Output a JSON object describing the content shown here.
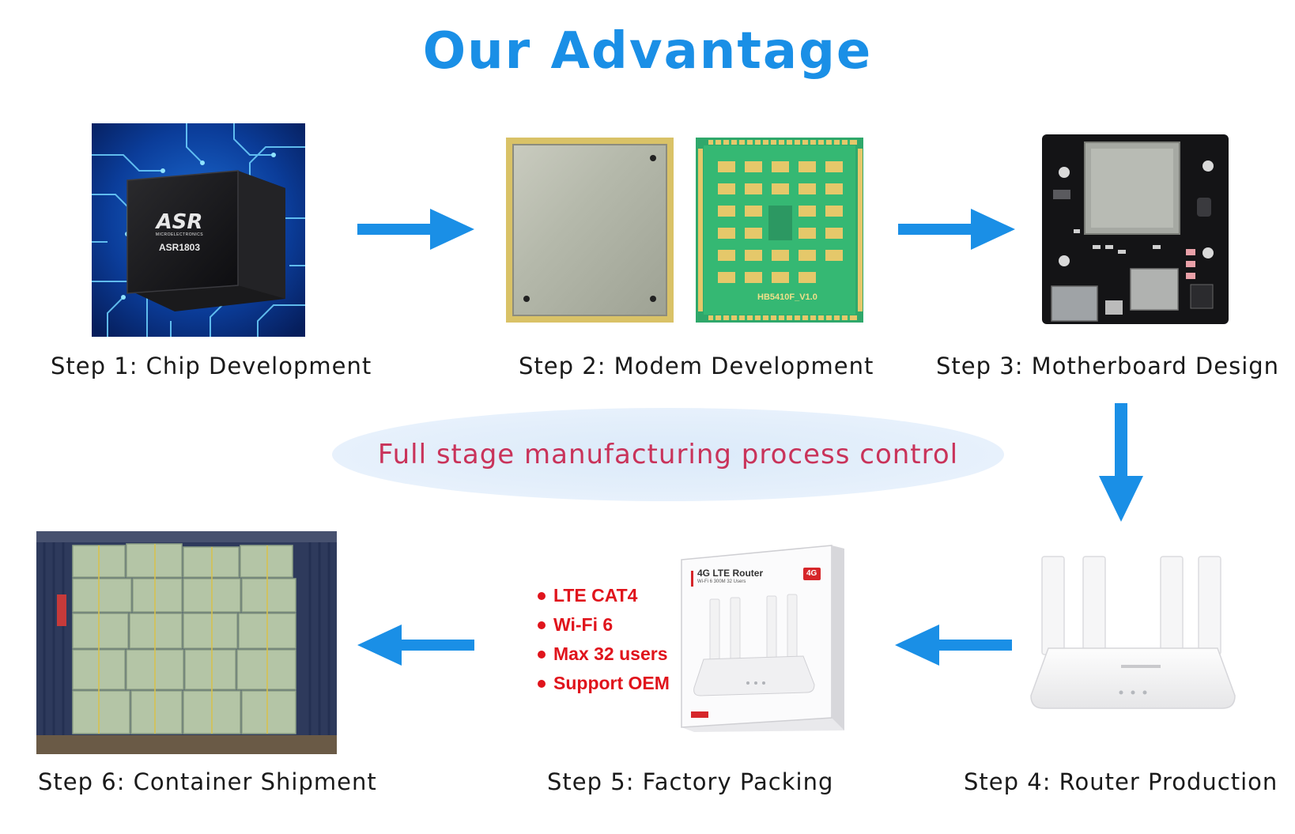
{
  "title": "Our Advantage",
  "center_text": "Full stage manufacturing process control",
  "colors": {
    "title": "#1a8fe6",
    "arrow": "#1a8fe6",
    "center_text": "#c9335a",
    "features": "#e0141c",
    "ellipse": "#dde9f7"
  },
  "steps": [
    {
      "label": "Step 1: Chip Development",
      "image": "asr-chip-image",
      "chip_brand": "ASR",
      "chip_sub": "MICROELECTRONICS",
      "chip_model": "ASR1803"
    },
    {
      "label": "Step 2: Modem Development",
      "image": "modem-module-image",
      "module_code": "HB5410F_V1.0"
    },
    {
      "label": "Step 3: Motherboard Design",
      "image": "motherboard-image"
    },
    {
      "label": "Step 4: Router Production",
      "image": "router-image"
    },
    {
      "label": "Step 5: Factory Packing",
      "image": "router-box-image",
      "box_title": "4G LTE Router",
      "box_subtitle": "Wi-Fi 6  300M  32 Users",
      "box_badge": "4G"
    },
    {
      "label": "Step 6: Container Shipment",
      "image": "container-cargo-image"
    }
  ],
  "features": [
    "LTE CAT4",
    "Wi-Fi 6",
    "Max 32 users",
    "Support OEM"
  ],
  "icons": {
    "arrow_right": "arrow-right-icon",
    "arrow_down": "arrow-down-icon",
    "arrow_left": "arrow-left-icon"
  }
}
